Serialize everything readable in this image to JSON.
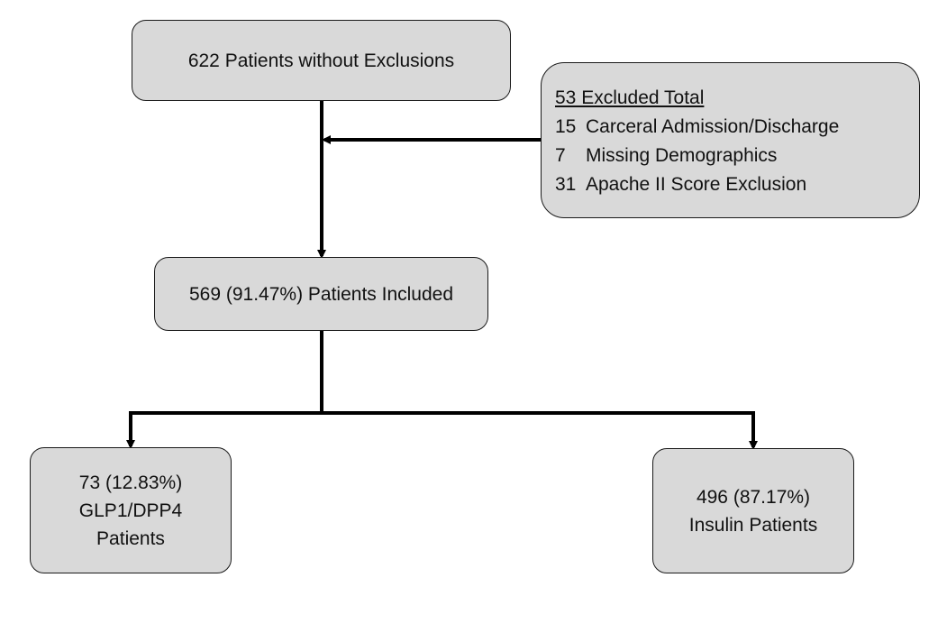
{
  "boxes": {
    "top": {
      "label": "622 Patients without Exclusions"
    },
    "excluded": {
      "title": "53 Excluded Total",
      "items": [
        {
          "count": "15",
          "reason": "Carceral Admission/Discharge"
        },
        {
          "count": "7",
          "reason": "Missing Demographics"
        },
        {
          "count": "31",
          "reason": "Apache II Score Exclusion"
        }
      ]
    },
    "included": {
      "label": "569 (91.47%) Patients Included"
    },
    "left": {
      "line1": "73 (12.83%)",
      "line2": "GLP1/DPP4",
      "line3": "Patients"
    },
    "right": {
      "line1": "496 (87.17%)",
      "line2": "Insulin Patients"
    }
  },
  "colors": {
    "box_fill": "#d9d9d9",
    "line": "#000000"
  }
}
